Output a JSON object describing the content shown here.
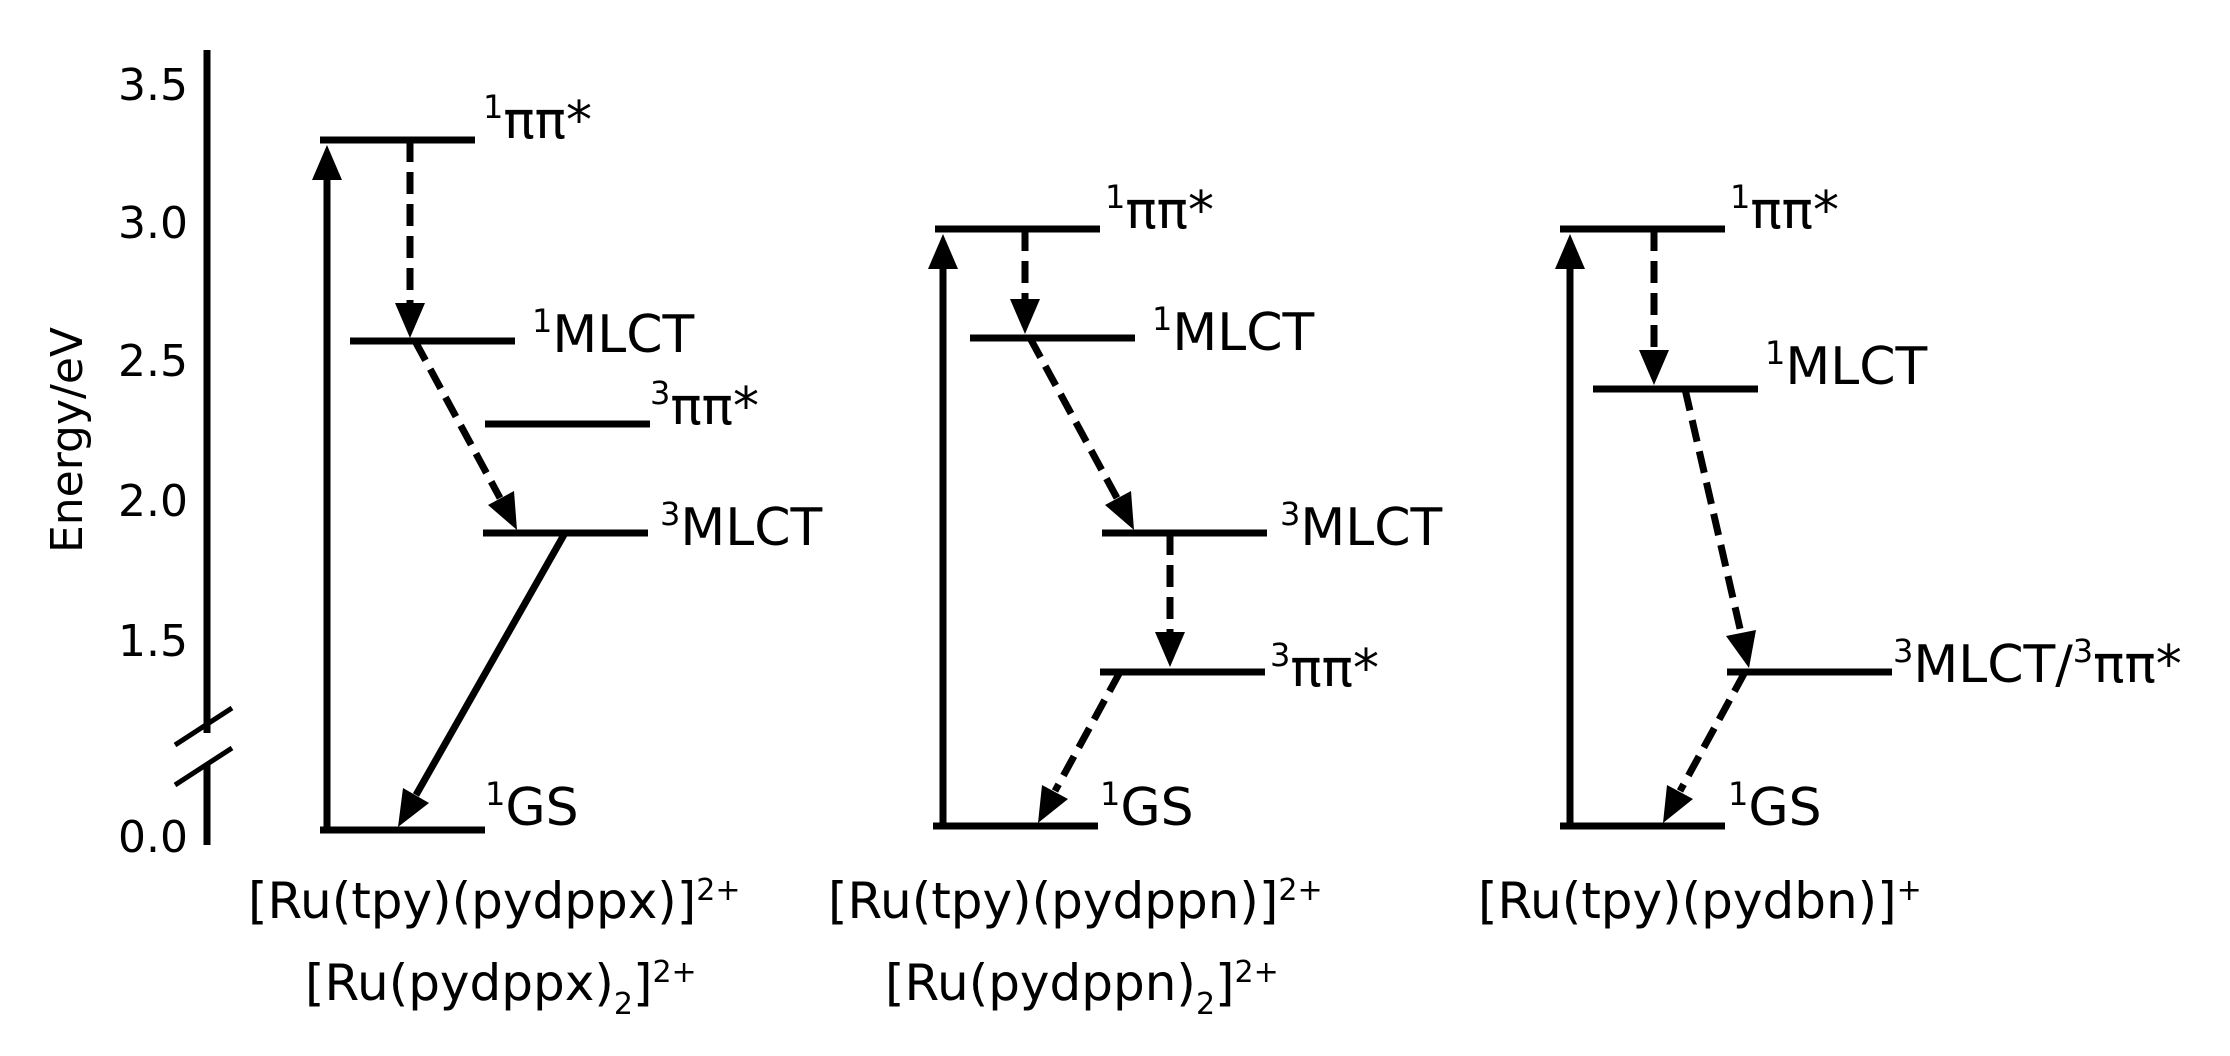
{
  "axis": {
    "title": "Energy/eV",
    "ticks": [
      "3.5",
      "3.0",
      "2.5",
      "2.0",
      "1.5",
      "0.0"
    ]
  },
  "states": {
    "pipi1": {
      "sup": "1",
      "base": "ππ*"
    },
    "mlct1": {
      "sup": "1",
      "base": "MLCT"
    },
    "pipi3": {
      "sup": "3",
      "base": "ππ*"
    },
    "mlct3": {
      "sup": "3",
      "base": "MLCT"
    },
    "gs1": {
      "sup": "1",
      "base": "GS"
    },
    "mixed": {
      "sup1": "3",
      "base1": "MLCT/",
      "sup2": "3",
      "base2": "ππ*"
    }
  },
  "compounds": {
    "left": {
      "line1": {
        "main": "[Ru(tpy)(pydppx)]",
        "charge": "2+"
      },
      "line2": {
        "main": "[Ru(pydppx)",
        "sub": "2",
        "close": "]",
        "charge": "2+"
      }
    },
    "middle": {
      "line1": {
        "main": "[Ru(tpy)(pydppn)]",
        "charge": "2+"
      },
      "line2": {
        "main": "[Ru(pydppn)",
        "sub": "2",
        "close": "]",
        "charge": "2+"
      }
    },
    "right": {
      "line1": {
        "main": "[Ru(tpy)(pydbn)]",
        "charge": "+"
      }
    }
  }
}
